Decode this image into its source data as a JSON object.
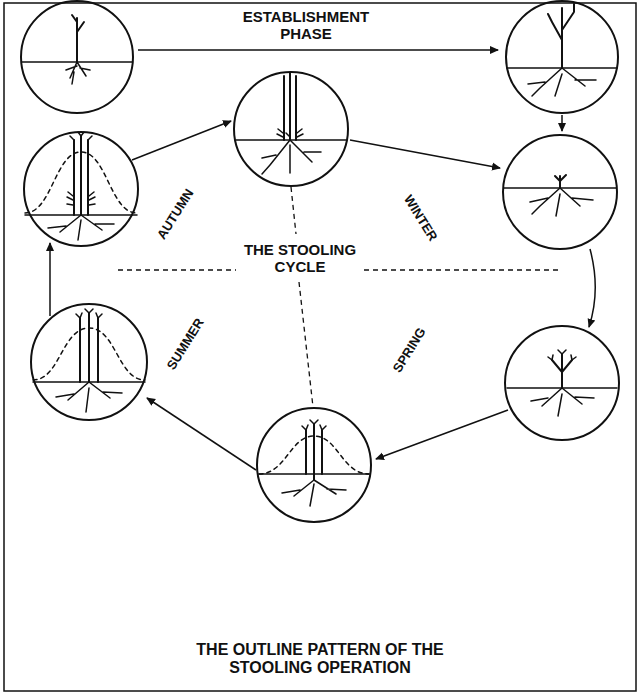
{
  "diagram": {
    "caption": "THE OUTLINE PATTERN OF THE STOOLING OPERATION",
    "labels": [
      "ESTABLISHMENT PHASE",
      "THE STOOLING CYCLE",
      "AUTUMN",
      "WINTER",
      "SUMMER",
      "SPRING"
    ]
  }
}
